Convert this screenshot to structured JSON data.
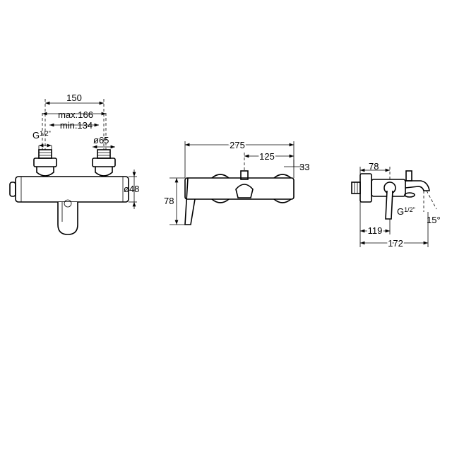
{
  "front_view": {
    "dim_centers": "150",
    "dim_max": "max.166",
    "dim_min": "min.134",
    "thread_label": "G",
    "thread_fraction": "1/2\"",
    "dim_diameter_65": "ø65",
    "dim_diameter_48": "ø48"
  },
  "side_view": {
    "dim_overall_length": "275",
    "dim_spout_offset": "125",
    "dim_depth": "33",
    "dim_height": "78"
  },
  "top_view": {
    "dim_78": "78",
    "thread_label": "G",
    "thread_fraction": "1/2\"",
    "dim_angle": "15°",
    "dim_119": "119",
    "dim_172": "172"
  }
}
